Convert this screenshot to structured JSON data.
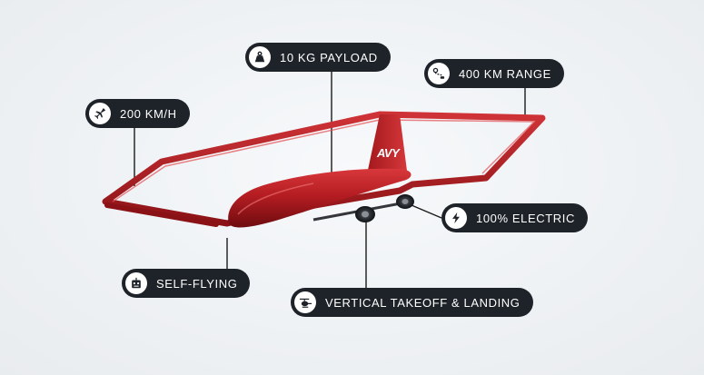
{
  "brand": {
    "logo_text": "AVY"
  },
  "features": [
    {
      "label": "200 KM/H",
      "icon": "airplane-icon"
    },
    {
      "label": "10 KG PAYLOAD",
      "icon": "weight-icon"
    },
    {
      "label": "400 KM RANGE",
      "icon": "route-icon"
    },
    {
      "label": "100% ELECTRIC",
      "icon": "lightning-icon"
    },
    {
      "label": "SELF-FLYING",
      "icon": "robot-icon"
    },
    {
      "label": "VERTICAL TAKEOFF & LANDING",
      "icon": "helicopter-icon"
    }
  ],
  "colors": {
    "pill": "#1e2329",
    "drone": "#b51d22",
    "leader": "#1a1a1a"
  }
}
